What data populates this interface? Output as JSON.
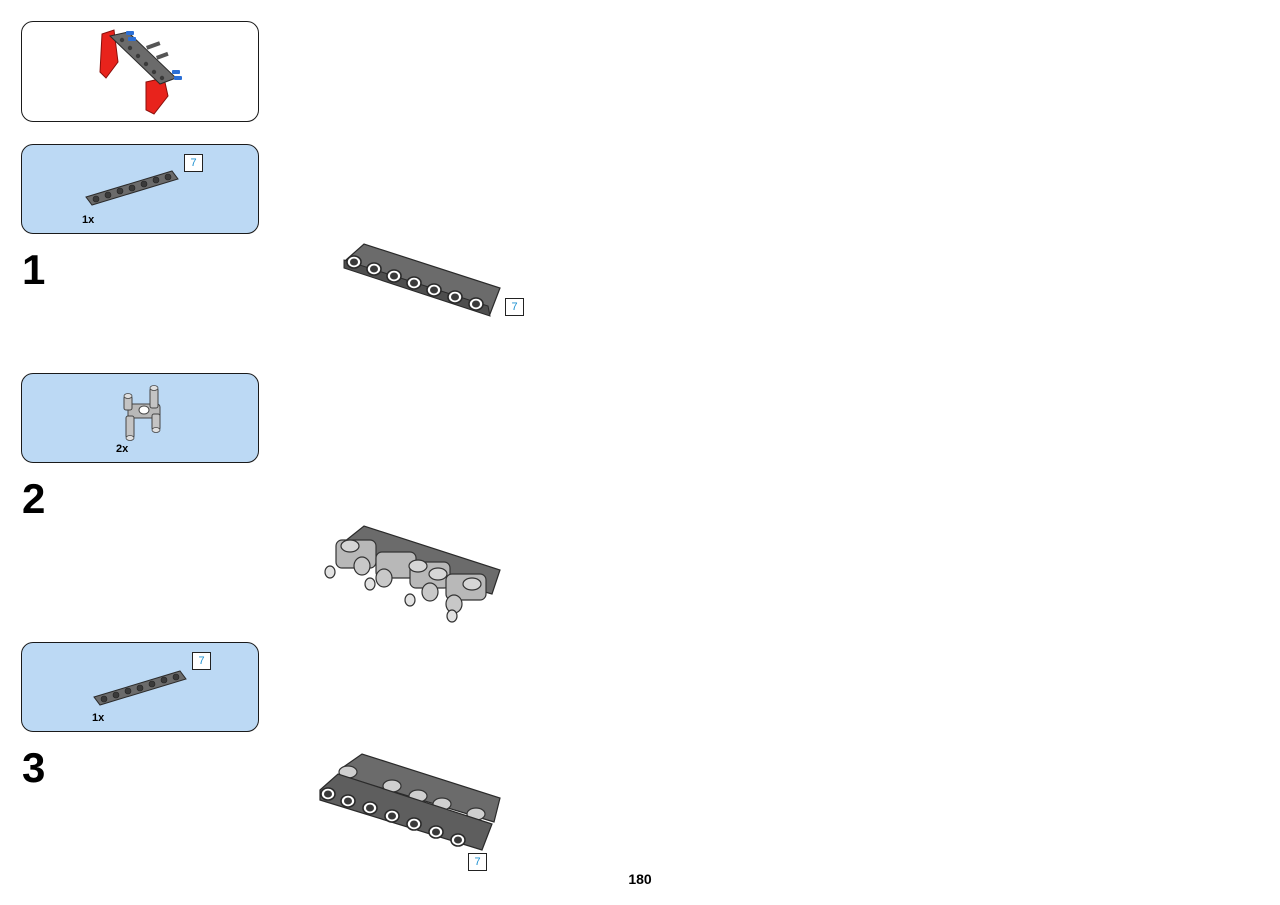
{
  "page": {
    "number": "180"
  },
  "submodel": {
    "icon": "red-submodel-image"
  },
  "steps": [
    {
      "number": "1",
      "parts": [
        {
          "qty": "1x",
          "length": "7",
          "icon": "beam-7-icon"
        }
      ],
      "assembly": {
        "icon": "beam-7-assembly-icon",
        "length": "7"
      }
    },
    {
      "number": "2",
      "parts": [
        {
          "qty": "2x",
          "icon": "pin-connector-icon"
        }
      ],
      "assembly": {
        "icon": "beam-with-pins-assembly-icon"
      }
    },
    {
      "number": "3",
      "parts": [
        {
          "qty": "1x",
          "length": "7",
          "icon": "beam-7-icon"
        }
      ],
      "assembly": {
        "icon": "double-beam-assembly-icon",
        "length": "7"
      }
    }
  ],
  "colors": {
    "callout_blue": "#bcd9f4",
    "beam_gray": "#6b6b6b",
    "light_gray": "#b8b8b8",
    "red": "#e8231c",
    "pin_blue": "#2b6fd6",
    "badge_text": "#1a8fd0"
  }
}
